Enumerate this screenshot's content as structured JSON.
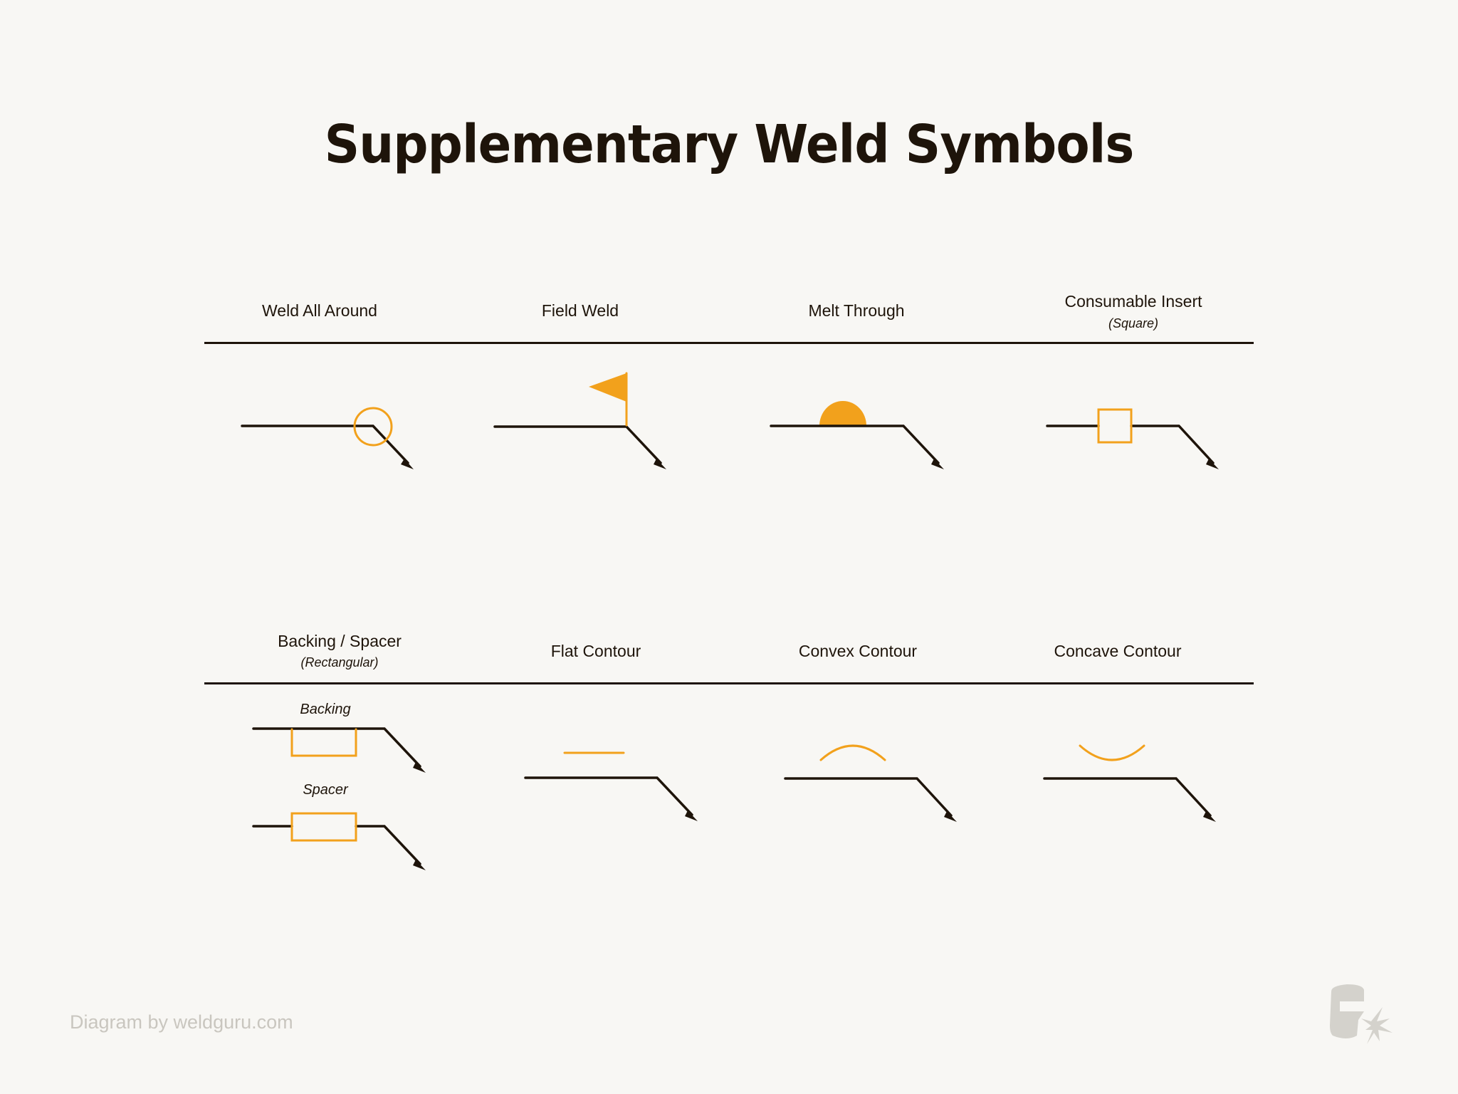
{
  "title": "Supplementary Weld Symbols",
  "colors": {
    "background": "#F8F7F4",
    "ink": "#1E140A",
    "accent": "#F2A11C",
    "credit": "#C9C6BF"
  },
  "rows": [
    {
      "symbols": [
        {
          "label": "Weld All Around",
          "shape": "circle-at-arrow-junction"
        },
        {
          "label": "Field Weld",
          "shape": "flag"
        },
        {
          "label": "Melt Through",
          "shape": "filled-half-circle"
        },
        {
          "label": "Consumable Insert",
          "sublabel": "(Square)",
          "shape": "square"
        }
      ]
    },
    {
      "symbols": [
        {
          "label": "Backing / Spacer",
          "sublabel": "(Rectangular)",
          "shape": "rectangle",
          "variants": [
            {
              "label": "Backing"
            },
            {
              "label": "Spacer"
            }
          ]
        },
        {
          "label": "Flat Contour",
          "shape": "flat-line"
        },
        {
          "label": "Convex Contour",
          "shape": "convex-arc"
        },
        {
          "label": "Concave Contour",
          "shape": "concave-arc"
        }
      ]
    }
  ],
  "footer": {
    "credit": "Diagram by weldguru.com",
    "logo": "welding-helmet-spark-icon"
  }
}
